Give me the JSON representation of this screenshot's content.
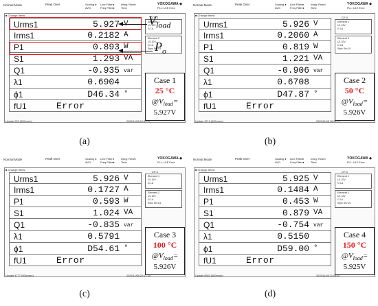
{
  "rows": [
    {
      "label": "Urms1"
    },
    {
      "label": "Irms1"
    },
    {
      "label": "P1"
    },
    {
      "label": "S1"
    },
    {
      "label": "Q1"
    },
    {
      "label": "λ1"
    },
    {
      "label": "ϕ1"
    },
    {
      "label": "fU1"
    }
  ],
  "units": [
    "V",
    "A",
    "W",
    "VA",
    "var",
    "",
    "°",
    ""
  ],
  "header": {
    "mode": "Normal Mode",
    "peak_over": "Peak Over",
    "scaling": "Scaling ●",
    "avg": "AVG",
    "line_filter": "Line Filter●",
    "freq_filter": "Freq Filter●",
    "integ": "Integ: Reset",
    "time": "Time",
    "brand": "YOKOGAWA ◆",
    "pll": "PLL: U1E  Error",
    "change_items": "■ Change Items",
    "update_label": "Update"
  },
  "sidebar": {
    "head": "CF:3",
    "element1": "Element 1",
    "element2": "Element 2",
    "u1": "U1  10V",
    "i1": "I1  1A",
    "sync": "Sync Src:U1"
  },
  "panels": [
    {
      "caption": "(a)",
      "case_label": "Case 1",
      "temperature": "25 °C",
      "load_voltage": "5.927V",
      "values": [
        "5.927",
        "0.2182",
        "0.893",
        "1.293",
        "-0.935",
        "0.6904",
        "D46.34",
        "Error"
      ],
      "update": "533 (500msec)",
      "timestamp": "2025/11/08 18:33:47"
    },
    {
      "caption": "(b)",
      "case_label": "Case 2",
      "temperature": "50 °C",
      "load_voltage": "5.926V",
      "values": [
        "5.926",
        "0.2060",
        "0.819",
        "1.221",
        "-0.906",
        "0.6708",
        "D47.87",
        "Error"
      ],
      "update": "3719 (500msec)",
      "timestamp": "2025/11/08 18:33:22"
    },
    {
      "caption": "(c)",
      "case_label": "Case 3",
      "temperature": "100 °C",
      "load_voltage": "5.926V",
      "values": [
        "5.926",
        "0.1727",
        "0.593",
        "1.024",
        "-0.835",
        "0.5791",
        "D54.61",
        "Error"
      ],
      "update": "4777 (500msec)",
      "timestamp": "2025/11/08 20:17:19"
    },
    {
      "caption": "(d)",
      "case_label": "Case 4",
      "temperature": "150 °C",
      "load_voltage": "5.925V",
      "values": [
        "5.925",
        "0.1484",
        "0.453",
        "0.879",
        "-0.754",
        "0.5150",
        "D59.00",
        "Error"
      ],
      "update": "6583 (500msec)",
      "timestamp": "2025/11/08 21:06:52"
    }
  ],
  "annotations": {
    "v_symbol": "V",
    "v_subscript": "load",
    "p_symbol": "P",
    "p_subscript": "o",
    "case_at": "@V",
    "case_sub": "load",
    "case_eq": "="
  },
  "colors": {
    "highlight": "#e02020",
    "temperature": "#e02020"
  }
}
